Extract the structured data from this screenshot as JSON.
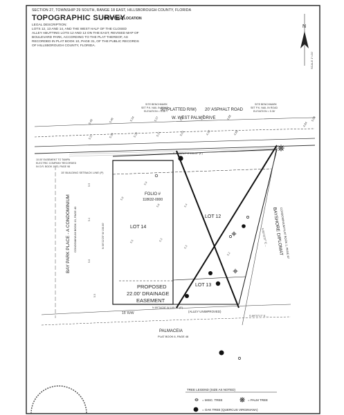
{
  "header": {
    "section_line": "SECTION 27, TOWNSHIP 29 SOUTH, RANGE 18 EAST, HILLSBOROUGH COUNTY, FLORIDA",
    "title": "TOPOGRAPHIC SURVEY",
    "subtitle": "WITH TREE LOCATION"
  },
  "legal_description": {
    "heading": "LEGAL DESCRIPTION:",
    "lines": [
      "LOTS 12, 13 AND 14, AND THE WEST HALF OF THE CLOSED",
      "ALLEY ABUTTING LOTS 12 AND 13 ON THE EAST, REVISED MAP OF",
      "BOULEVARD PARK, ACCORDING TO THE PLAT THEREOF, AS",
      "RECORDED IN PLAT BOOK 10, PAGE 31, OF THE PUBLIC RECORDS",
      "OF HILLSBOROUGH COUNTY, FLORIDA."
    ]
  },
  "north": {
    "label": "N",
    "scale": "SCALE 1\"=20'"
  },
  "road": {
    "row": "50'(PLATTED R/W)",
    "pavement": "20' ASPHALT ROAD",
    "name": "W. WEST PALM DRIVE"
  },
  "benchmarks": {
    "left": [
      "SITE BENCHMARK",
      "SET P.K. NAIL IN ROAD",
      "ELEVATION = 5.08'"
    ],
    "right": [
      "SITE BENCHMARK",
      "SET P.K. NAIL IN ROAD",
      "ELEVATION = 5.36'"
    ]
  },
  "lots": {
    "lot14": "LOT 14",
    "lot12": "LOT 12",
    "lot13": "LOT 13",
    "folio_label": "FOLIO #",
    "folio_number": "118632-0000"
  },
  "easements": {
    "drainage": [
      "PROPOSED",
      "22.00' DRAINAGE",
      "EASEMENT"
    ],
    "setback": "15' BUILDING SETBACK LINE (P)",
    "tampa_electric": [
      "10.00' EASEMENT TO TAMPA",
      "ELECTRIC COMPANY RECORDED",
      "IN O.R. BOOK 1970, PAGE 98"
    ]
  },
  "adjacent": {
    "west": "BAY PARK PLACE - A CONDOMINIUM",
    "west_book": "CONDOMINIUM BOOK 13, PAGE 40",
    "east": "BAYSHORE DIPLOMAT",
    "east_book": "CONDOMINIUM PLAT BOOK 1, PAGE 67",
    "south": "PALMACEIA",
    "south_book": "PLAT BOOK 6, PAGE 48"
  },
  "alley": {
    "label": "15' R/W",
    "unimproved": "(ALLEY UNIMPROVED)"
  },
  "bearings": {
    "north_line": "S 89°37'17\" E  133.37' (F)",
    "south_line": "N 89°34'26\" W  105.77' (F)",
    "west_line": "N 00°22'25\" W  150.00'",
    "east_line": "S 00°22'27\" E  ...",
    "south_east": "S 89°37'17\" E  ..."
  },
  "tree_legend": {
    "title": "TREE LEGEND (SIZE AS NOTED)",
    "misc": "= MISC. TREE",
    "palm": "= PALM TREE",
    "oak": "= OAK TREE (QUERCUS VIRGINIANA)"
  },
  "colors": {
    "ink": "#222222",
    "light_ink": "#777777",
    "hatch": "#9a9a9a"
  }
}
